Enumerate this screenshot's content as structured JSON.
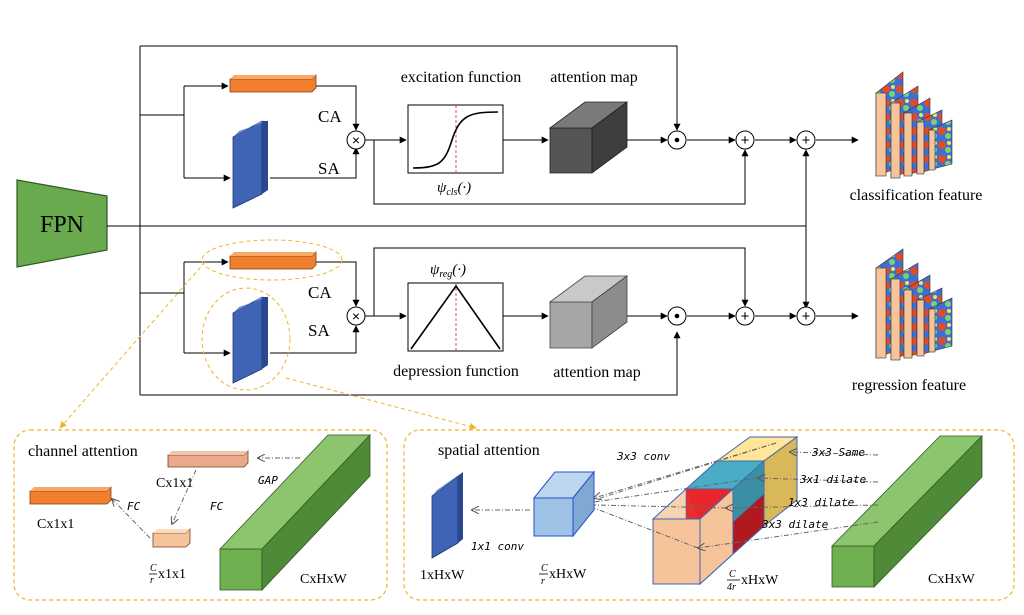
{
  "main": {
    "fpn_label": "FPN",
    "top": {
      "ca": "CA",
      "sa": "SA",
      "excitation_label": "excitation function",
      "attention_map_label": "attention map",
      "psi_symbol": "ψ",
      "psi_sub": "cls",
      "psi_args": "(·)",
      "output_label": "classification feature"
    },
    "bottom": {
      "ca": "CA",
      "sa": "SA",
      "depression_label": "depression function",
      "attention_map_label": "attention map",
      "psi_symbol": "ψ",
      "psi_sub": "reg",
      "psi_args": "(·)",
      "output_label": "regression feature"
    },
    "operators": {
      "multiply": "×",
      "dot": "·",
      "plus": "+"
    }
  },
  "channel_attention": {
    "title": "channel attention",
    "gap_label": "GAP",
    "fc_label_right": "FC",
    "fc_label_left": "FC",
    "cx1x1_top": "Cx1x1",
    "cx1x1_left": "Cx1x1",
    "reduced_num": "C",
    "reduced_den": "r",
    "reduced_suffix": "x1x1",
    "input_label": "CxHxW"
  },
  "spatial_attention": {
    "title": "spatial attention",
    "conv3x3_label": "3x3 conv",
    "conv1x1_label": "1x1 conv",
    "same_label": "3x3 Same",
    "dilate31_label": "3x1 dilate",
    "dilate13_label": "1x3 dilate",
    "dilate33_label": "3x3 dilate",
    "output_label": "1xHxW",
    "mid_num": "C",
    "mid_den": "r",
    "mid_suffix": "xHxW",
    "split_num": "C",
    "split_den": "4r",
    "split_suffix": "xHxW",
    "input_label": "CxHxW"
  },
  "colors": {
    "fpn_green": "#6aaa4f",
    "ca_orange": "#f07f2e",
    "sa_blue": "#3f63b5",
    "peach": "#f5c49b",
    "salmon": "#e9a98a",
    "light_blue": "#9ec3e6",
    "green_block": "#6fb050",
    "yellow": "#ffe699",
    "teal": "#4bacc6",
    "red": "#e8262b",
    "dashed_orange": "#f0b429"
  }
}
